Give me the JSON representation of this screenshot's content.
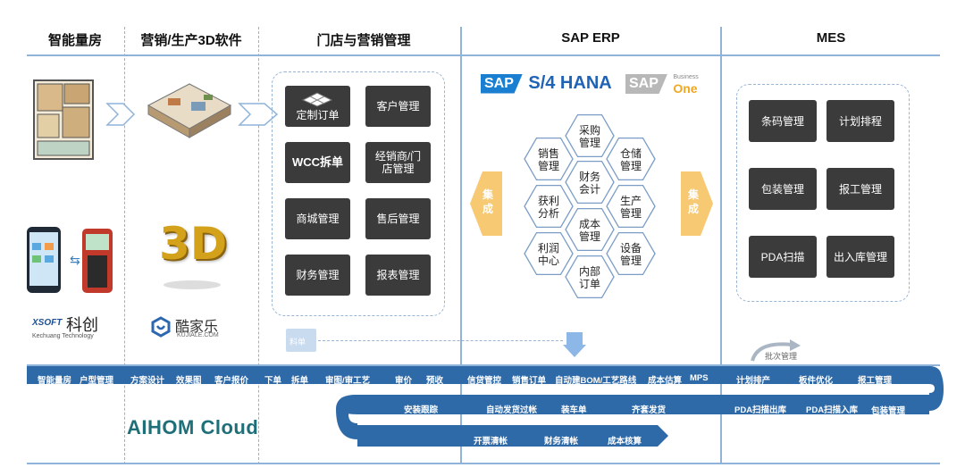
{
  "columns": [
    {
      "title": "智能量房"
    },
    {
      "title": "营销/生产3D软件"
    },
    {
      "title": "门店与营销管理"
    },
    {
      "title": "SAP ERP"
    },
    {
      "title": "MES"
    }
  ],
  "brands": {
    "xsoft_prefix": "XSOFT",
    "xsoft_cn": "科创",
    "xsoft_en": "Kechuang Technology",
    "kujiale_cn": "酷家乐",
    "kujiale_en": "KUJIALE.COM",
    "sap_s4": "S/4 HANA",
    "sap_b1_business": "Business",
    "sap_b1_one": "One",
    "sap_word": "SAP",
    "threed": "3D"
  },
  "store_modules": [
    "定制订单",
    "客户管理",
    "WCC拆单",
    "经销商/门店管理",
    "商城管理",
    "售后管理",
    "财务管理",
    "报表管理"
  ],
  "erp_modules": [
    "采购管理",
    "销售管理",
    "仓储管理",
    "财务会计",
    "获利分析",
    "生产管理",
    "成本管理",
    "利润中心",
    "设备管理",
    "内部订单"
  ],
  "integration_label": "集成",
  "mes_modules": [
    "条码管理",
    "计划排程",
    "包装管理",
    "报工管理",
    "PDA扫描",
    "出入库管理"
  ],
  "material_label": "料单",
  "batch_label": "批次管理",
  "flow_row1": [
    "智能量房",
    "户型管理",
    "方案设计",
    "效果图",
    "客户报价",
    "下单",
    "拆单",
    "审图/审工艺",
    "审价",
    "预收",
    "信贷管控",
    "销售订单",
    "自动建BOM/工艺路线",
    "成本估算",
    "MPS",
    "计划排产",
    "板件优化",
    "报工管理"
  ],
  "flow_row2": [
    "安装跟踪",
    "自动发货过帐",
    "装车单",
    "齐套发货",
    "PDA扫描出库",
    "PDA扫描入库",
    "包装管理"
  ],
  "flow_row3": [
    "开票清帐",
    "财务清帐",
    "成本核算"
  ],
  "cloud_name": "AIHOM Cloud",
  "colors": {
    "dark_box": "#3b3b3b",
    "flow_blue": "#2f6aa8",
    "integration": "#f6c972",
    "line": "#8fb3d9",
    "cloud_text": "#1f6f78"
  }
}
